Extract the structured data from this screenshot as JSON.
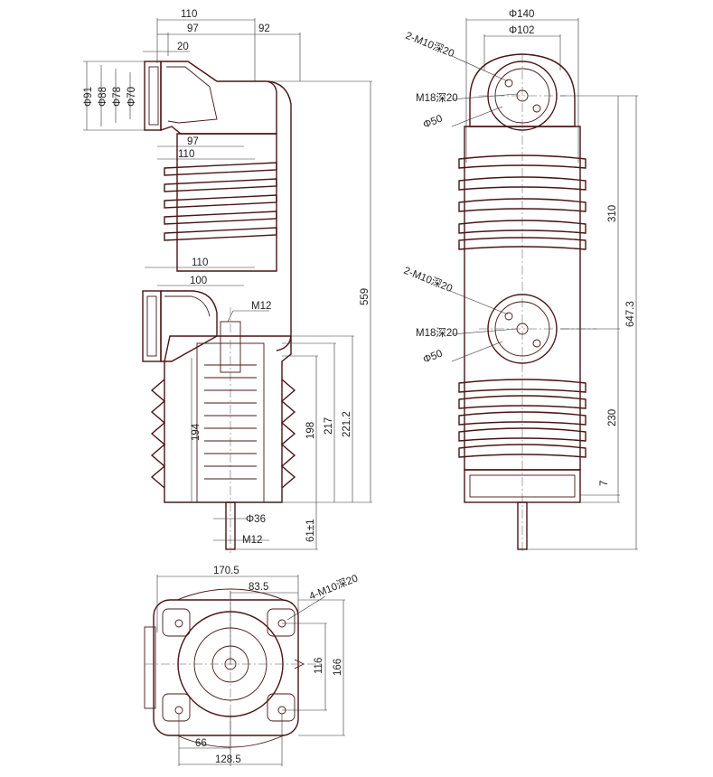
{
  "side_view": {
    "top_widths": [
      "110",
      "97",
      "92",
      "20"
    ],
    "pipe_diameters": [
      "Φ91",
      "Φ88",
      "Φ78",
      "Φ70"
    ],
    "mid_widths": [
      "97",
      "110"
    ],
    "lower_widths": [
      "110",
      "100"
    ],
    "thread": "M12",
    "heights": [
      "194",
      "198",
      "217",
      "221.2",
      "559"
    ],
    "rod": [
      "Φ36",
      "M12",
      "61±1"
    ]
  },
  "front_view": {
    "diameters": [
      "Φ140",
      "Φ102"
    ],
    "top_holes": [
      "2-M10深20",
      "M18深20",
      "Φ50"
    ],
    "mid_holes": [
      "2-M10深20",
      "M18深20",
      "Φ50"
    ],
    "heights": [
      "310",
      "647.3",
      "230",
      "7"
    ]
  },
  "bottom_view": {
    "widths": [
      "170.5",
      "83.5",
      "66",
      "128.5"
    ],
    "holes": "4-M10深20",
    "heights": [
      "116",
      "166"
    ]
  }
}
